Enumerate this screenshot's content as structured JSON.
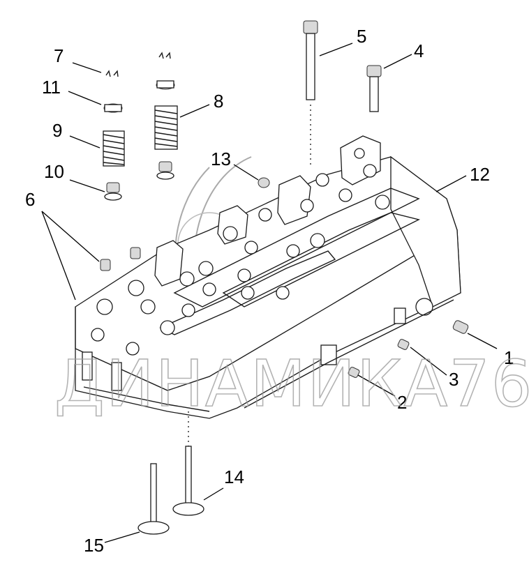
{
  "watermark": {
    "text": "ДИНАМИКА76"
  },
  "callouts": [
    {
      "id": "1",
      "label": "1"
    },
    {
      "id": "2",
      "label": "2"
    },
    {
      "id": "3",
      "label": "3"
    },
    {
      "id": "4",
      "label": "4"
    },
    {
      "id": "5",
      "label": "5"
    },
    {
      "id": "6",
      "label": "6"
    },
    {
      "id": "7",
      "label": "7"
    },
    {
      "id": "8",
      "label": "8"
    },
    {
      "id": "9",
      "label": "9"
    },
    {
      "id": "10",
      "label": "10"
    },
    {
      "id": "11",
      "label": "11"
    },
    {
      "id": "12",
      "label": "12"
    },
    {
      "id": "13",
      "label": "13"
    },
    {
      "id": "14",
      "label": "14"
    },
    {
      "id": "15",
      "label": "15"
    }
  ],
  "colors": {
    "line": "#1a1a1a",
    "shade": "#d9d9d9",
    "watermark": "#9a9a9a"
  }
}
